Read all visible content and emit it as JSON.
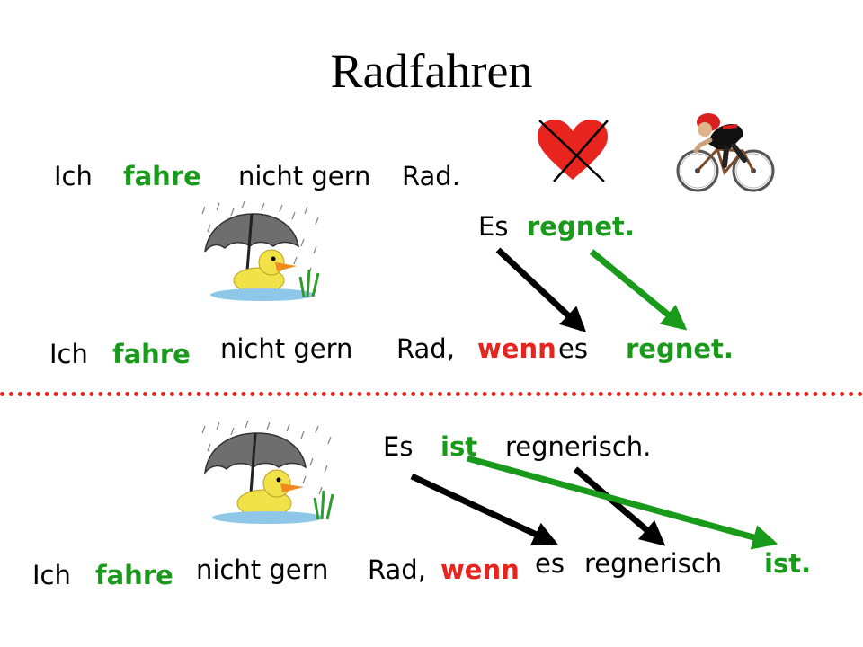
{
  "title": "Radfahren",
  "section1": {
    "sentence": {
      "ich": "Ich",
      "fahre": "fahre",
      "nicht_gern": "nicht gern",
      "rad": "Rad."
    },
    "clause": {
      "es": "Es",
      "regnet": "regnet."
    },
    "combined": {
      "ich": "Ich",
      "fahre": "fahre",
      "nicht_gern": "nicht gern",
      "rad": "Rad,",
      "wenn": "wenn",
      "es": "es",
      "regnet": "regnet."
    }
  },
  "section2": {
    "clause": {
      "es": "Es",
      "ist": "ist",
      "regnerisch": "regnerisch."
    },
    "combined": {
      "ich": "Ich",
      "fahre": "fahre",
      "nicht_gern": "nicht gern",
      "rad": "Rad,",
      "wenn": "wenn",
      "es": "es",
      "regnerisch": "regnerisch",
      "ist": "ist."
    }
  },
  "colors": {
    "verb_green": "#1a9a1a",
    "conjunction_red": "#e8241e",
    "arrow_black": "#000000"
  },
  "icons": [
    "crossed-heart-icon",
    "cyclist-icon",
    "rain-duck-umbrella-icon"
  ]
}
